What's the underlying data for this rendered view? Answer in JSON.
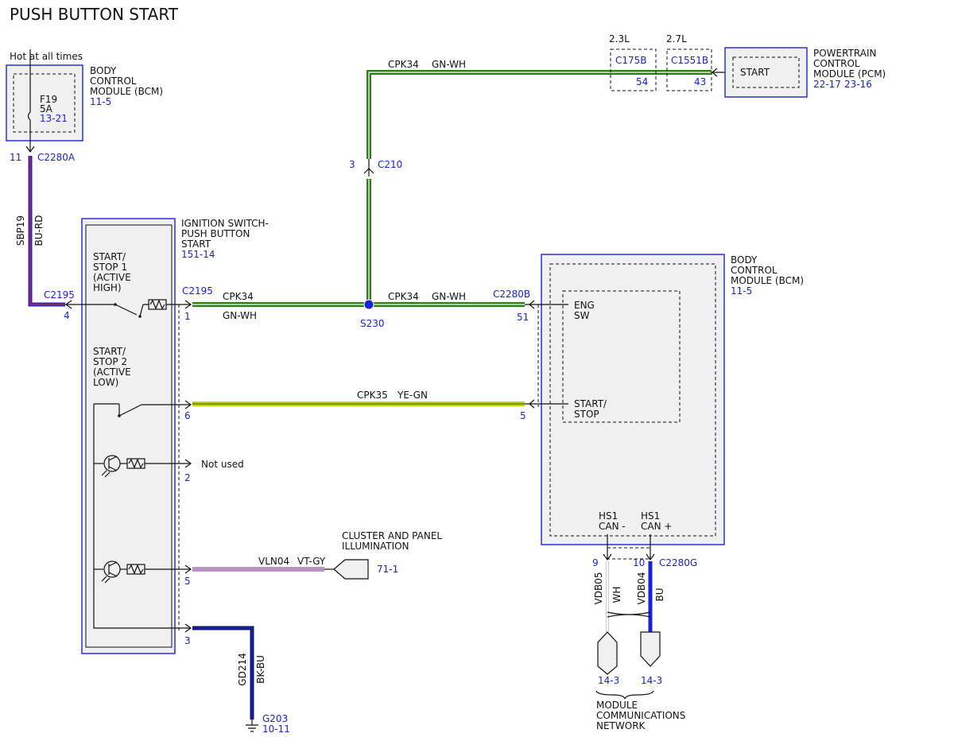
{
  "title": "PUSH BUTTON START",
  "colors": {
    "blue_text": "#1a22d6",
    "green_wire": "#2e7d17",
    "yellow_green_wire": "#c8d400",
    "violet_gray_wire": "#c58ccf",
    "blue_red_wire": "#3a22b8",
    "black_blue_wire": "#0d1a66",
    "blue_wire": "#1a22d6",
    "module_fill": "#f0f0f0"
  },
  "bcm_top": {
    "hot_label": "Hot at all times",
    "name_lines": [
      "BODY",
      "CONTROL",
      "MODULE (BCM)"
    ],
    "ref": "11-5",
    "fuse_id": "F19",
    "fuse_rating": "5A",
    "fuse_ref": "13-21",
    "pin": "11",
    "connector": "C2280A"
  },
  "wire_sbp19": {
    "circuit": "SBP19",
    "color": "BU-RD"
  },
  "ignition_switch": {
    "name_lines": [
      "IGNITION SWITCH-",
      "PUSH BUTTON",
      "START"
    ],
    "ref": "151-14",
    "stop1_lines": [
      "START/",
      "STOP 1",
      "(ACTIVE",
      "HIGH)"
    ],
    "stop2_lines": [
      "START/",
      "STOP 2",
      "(ACTIVE",
      "LOW)"
    ],
    "connector_left": "C2195",
    "pin_left": "4",
    "connector_right": "C2195",
    "pins": {
      "cpk34": "1",
      "cpk35": "6",
      "not_used": "2",
      "illum": "5",
      "ground": "3"
    }
  },
  "wire_cpk34_left": {
    "circuit": "CPK34",
    "color": "GN-WH"
  },
  "splice": {
    "id": "S230"
  },
  "wire_cpk34_right": {
    "circuit": "CPK34",
    "color": "GN-WH"
  },
  "wire_cpk34_top": {
    "circuit": "CPK34",
    "color": "GN-WH"
  },
  "c210": {
    "connector": "C210",
    "pin": "3"
  },
  "variants": [
    {
      "engine": "2.3L",
      "connector": "C175B",
      "pin": "54"
    },
    {
      "engine": "2.7L",
      "connector": "C1551B",
      "pin": "43"
    }
  ],
  "pcm": {
    "name_lines": [
      "POWERTRAIN",
      "CONTROL",
      "MODULE (PCM)"
    ],
    "refs": [
      "22-17",
      "23-16"
    ],
    "internal_label": "START"
  },
  "bcm_right": {
    "name_lines": [
      "BODY",
      "CONTROL",
      "MODULE (BCM)"
    ],
    "ref": "11-5",
    "connector": "C2280B",
    "pin_eng": "51",
    "pin_start": "5",
    "eng_label_lines": [
      "ENG",
      "SW"
    ],
    "start_label_lines": [
      "START/",
      "STOP"
    ],
    "can_minus_lines": [
      "HS1",
      "CAN -"
    ],
    "can_plus_lines": [
      "HS1",
      "CAN +"
    ],
    "connector_can": "C2280G",
    "pin_can_minus": "9",
    "pin_can_plus": "10"
  },
  "wire_cpk35": {
    "circuit": "CPK35",
    "color": "YE-GN"
  },
  "not_used_label": "Not used",
  "illumination": {
    "label_lines": [
      "CLUSTER AND PANEL",
      "ILLUMINATION"
    ],
    "wire_circuit": "VLN04",
    "wire_color": "VT-GY",
    "ref": "71-1"
  },
  "ground": {
    "circuit": "GD214",
    "color": "BK-BU",
    "id": "G203",
    "ref": "10-11"
  },
  "can_wires": {
    "minus_circuit": "VDB05",
    "minus_color": "WH",
    "plus_circuit": "VDB04",
    "plus_color": "BU",
    "minus_ref": "14-3",
    "plus_ref": "14-3",
    "network_lines": [
      "MODULE",
      "COMMUNICATIONS",
      "NETWORK"
    ]
  }
}
